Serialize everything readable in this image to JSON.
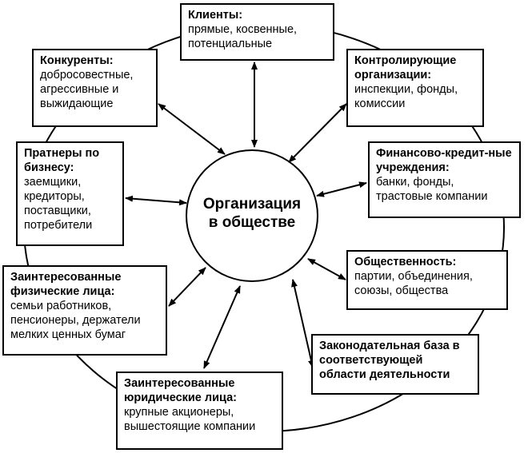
{
  "colors": {
    "stroke": "#000000",
    "background": "#ffffff"
  },
  "center": {
    "line1": "Организация",
    "line2": "в обществе"
  },
  "nodes": [
    {
      "id": "clients",
      "title": "Клиенты:",
      "body": [
        "прямые, косвенные,",
        "потенциальные"
      ]
    },
    {
      "id": "competitors",
      "title": "Конкуренты:",
      "body": [
        "добросовестные,",
        "агрессивные и",
        "выжидающие"
      ]
    },
    {
      "id": "controlling",
      "title": "Контролирующие организации:",
      "body": [
        "инспекции, фонды,",
        "комиссии"
      ]
    },
    {
      "id": "partners",
      "title": "Пратнеры по бизнесу:",
      "body": [
        "заемщики,",
        "кредиторы,",
        "поставщики,",
        "потребители"
      ]
    },
    {
      "id": "finance",
      "title": "Финансово-кредит-ные учреждения:",
      "body": [
        "банки, фонды,",
        "трастовые компании"
      ]
    },
    {
      "id": "public",
      "title": "Общественность:",
      "body": [
        "партии, объединения,",
        "союзы, общества"
      ]
    },
    {
      "id": "individuals",
      "title": "Заинтересованные физические лица:",
      "body": [
        "семьи работников,",
        "пенсионеры, держатели",
        "мелких ценных бумаг"
      ]
    },
    {
      "id": "legislation",
      "title": "Законодательная база в соответствующей области деятельности",
      "body": []
    },
    {
      "id": "legal",
      "title": "Заинтересованные юридические лица:",
      "body": [
        "крупные акционеры,",
        "вышестоящие компании"
      ]
    }
  ]
}
